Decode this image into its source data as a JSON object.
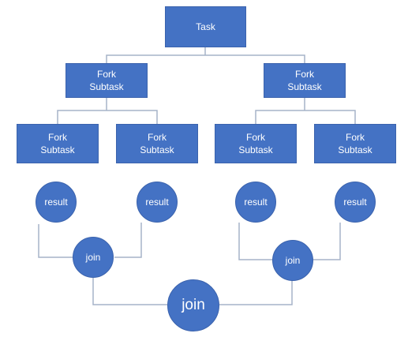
{
  "colors": {
    "node_fill": "#4472c4",
    "connector": "#a6b4c8"
  },
  "nodes": {
    "task": "Task",
    "fork_l": {
      "line1": "Fork",
      "line2": "Subtask"
    },
    "fork_r": {
      "line1": "Fork",
      "line2": "Subtask"
    },
    "fork_ll": {
      "line1": "Fork",
      "line2": "Subtask"
    },
    "fork_lr": {
      "line1": "Fork",
      "line2": "Subtask"
    },
    "fork_rl": {
      "line1": "Fork",
      "line2": "Subtask"
    },
    "fork_rr": {
      "line1": "Fork",
      "line2": "Subtask"
    },
    "result_1": "result",
    "result_2": "result",
    "result_3": "result",
    "result_4": "result",
    "join_l": "join",
    "join_r": "join",
    "join_final": "join"
  }
}
